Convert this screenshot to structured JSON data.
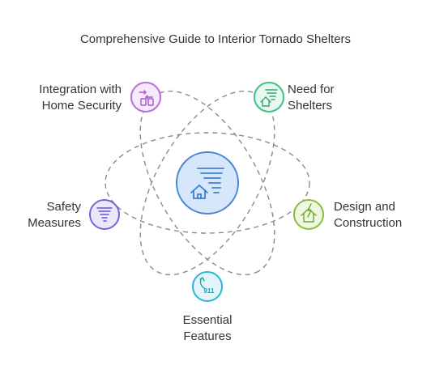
{
  "title": "Comprehensive Guide to Interior Tornado Shelters",
  "center": {
    "icon": "tornado-house-icon"
  },
  "nodes": [
    {
      "id": "integration",
      "line1": "Integration with",
      "line2": "Home Security",
      "icon": "phone-security-icon",
      "color": "#b56fd6",
      "fill": "#f6e9fb"
    },
    {
      "id": "need",
      "line1": "Need for",
      "line2": "Shelters",
      "icon": "tornado-house-icon",
      "color": "#3dbf86",
      "fill": "#e6f8ef"
    },
    {
      "id": "safety",
      "line1": "Safety",
      "line2": "Measures",
      "icon": "tornado-icon",
      "color": "#7c62d6",
      "fill": "#ece8fb"
    },
    {
      "id": "design",
      "line1": "Design and",
      "line2": "Construction",
      "icon": "lightning-house-icon",
      "color": "#86bf3a",
      "fill": "#eff7e2"
    },
    {
      "id": "features",
      "line1": "Essential",
      "line2": "Features",
      "icon": "emergency-911-icon",
      "color": "#29b7cf",
      "fill": "#e2f6fa"
    }
  ]
}
